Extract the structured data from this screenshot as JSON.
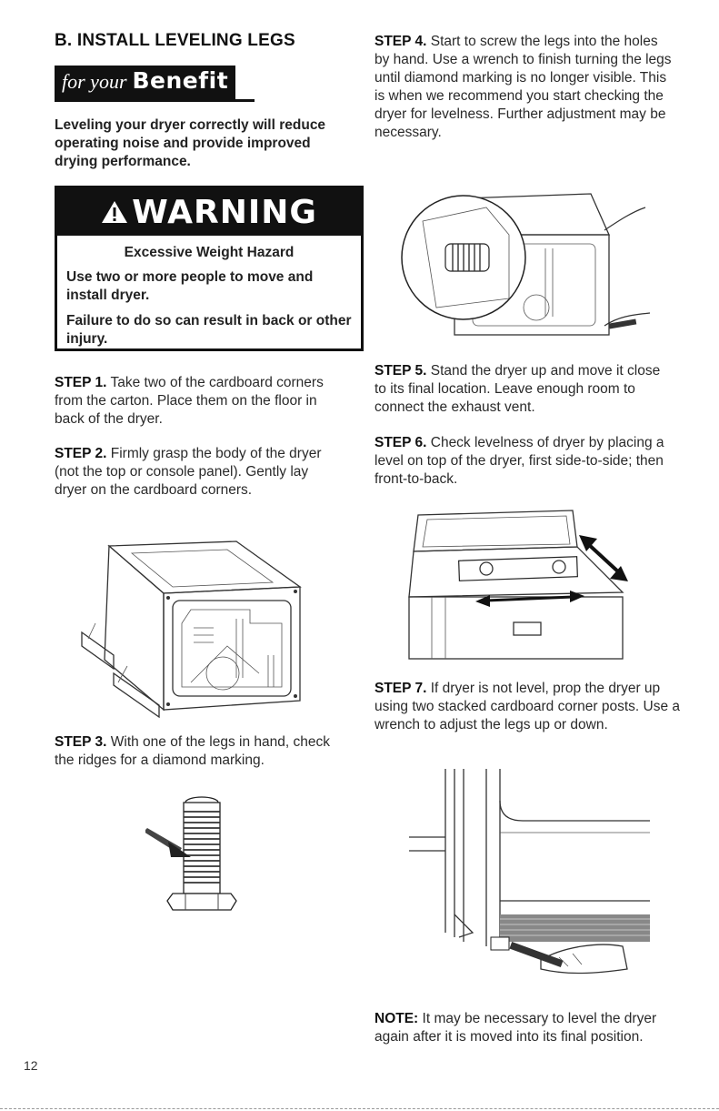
{
  "section": {
    "title": "B. INSTALL LEVELING LEGS"
  },
  "benefit": {
    "label_italic": "for your",
    "label_bold": "Benefit",
    "text": "Leveling your dryer correctly will reduce operating noise and provide improved drying performance."
  },
  "warning": {
    "heading": "WARNING",
    "title": "Excessive Weight Hazard",
    "line1": "Use two or more people to move and install dryer.",
    "line2": "Failure to do so can result in back or other injury."
  },
  "steps": [
    {
      "label": "STEP 1.",
      "text": "Take two of the cardboard corners from the carton. Place them on the floor in back of the dryer."
    },
    {
      "label": "STEP 2.",
      "text": "Firmly grasp the body of the dryer (not the top or console panel). Gently lay dryer on the cardboard corners."
    },
    {
      "label": "STEP 3.",
      "text": "With one of the legs in hand, check the ridges for a diamond marking."
    },
    {
      "label": "STEP 4.",
      "text": "Start to screw the legs into the holes by hand. Use a wrench to finish turning the legs until diamond marking is no longer visible. This is when we recommend you start checking the dryer for levelness. Further adjustment may be necessary."
    },
    {
      "label": "STEP 5.",
      "text": "Stand the dryer up and move it close to its final location. Leave enough room to connect the exhaust vent."
    },
    {
      "label": "STEP 6.",
      "text": "Check levelness of dryer by placing a level on top of the dryer, first side-to-side; then front-to-back."
    },
    {
      "label": "STEP 7.",
      "text": "If dryer is not level, prop the dryer up using two stacked cardboard corner posts. Use a wrench to adjust the legs up or down."
    }
  ],
  "note": {
    "label": "NOTE:",
    "text": "It may be necessary to level the dryer again after it is moved into its final position."
  },
  "page_number": "12"
}
